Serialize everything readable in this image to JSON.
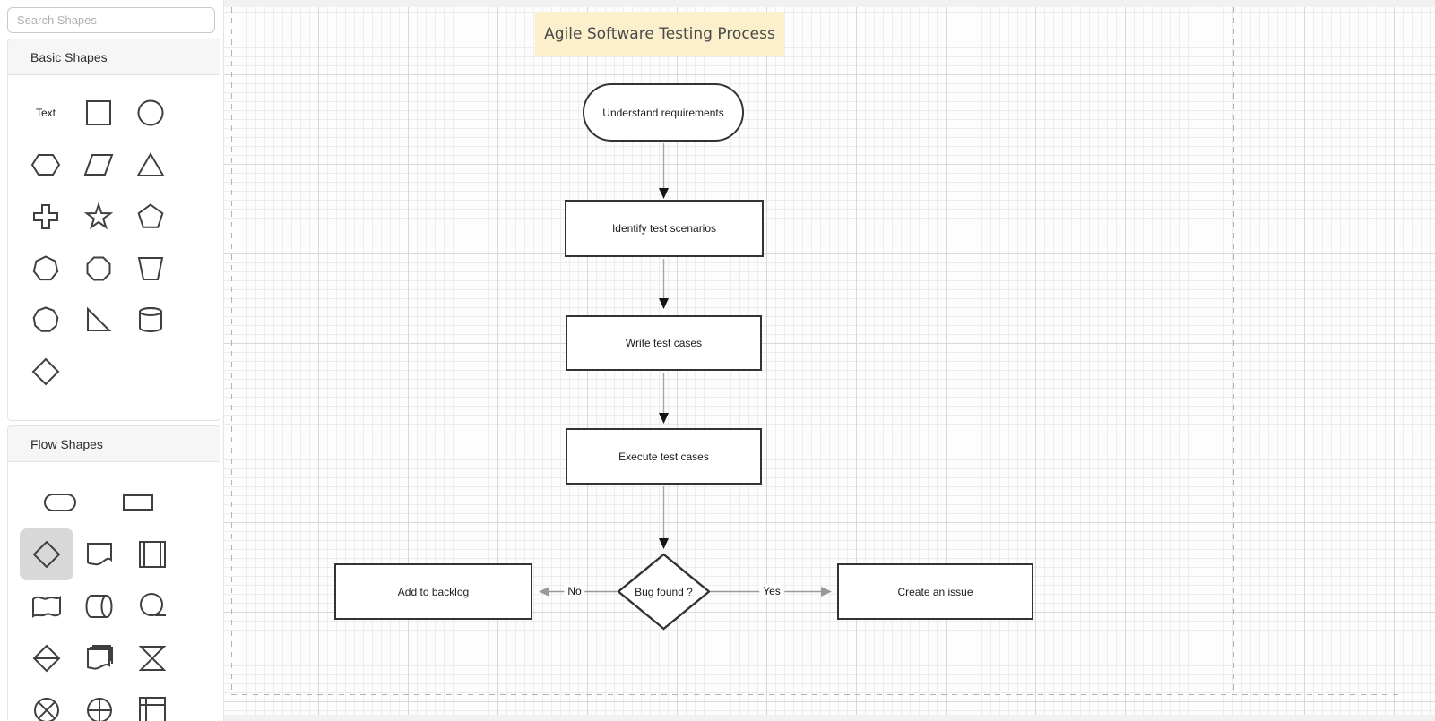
{
  "sidebar": {
    "search": {
      "placeholder": "Search Shapes"
    },
    "basic_section": {
      "title": "Basic Shapes",
      "text_shape_label": "Text",
      "shapes": [
        "text",
        "square",
        "circle",
        "hexagon",
        "parallelogram",
        "triangle",
        "cross",
        "star",
        "pentagon",
        "heptagon",
        "octagon",
        "trapezoid",
        "nonagon",
        "right-triangle",
        "cylinder",
        "diamond"
      ]
    },
    "flow_section": {
      "title": "Flow Shapes",
      "selected_shape": "decision",
      "shapes": [
        "terminator",
        "process",
        "decision",
        "document",
        "predefined-process",
        "paper-tape",
        "direct-access-storage",
        "sequential-access-storage",
        "sort",
        "multi-document",
        "collate",
        "summing-junction",
        "or",
        "internal-storage"
      ]
    }
  },
  "canvas": {
    "title": {
      "text": "Agile Software Testing Process"
    },
    "nodes": [
      {
        "id": "start",
        "type": "terminator",
        "label": "Understand requirements"
      },
      {
        "id": "identify",
        "type": "process",
        "label": "Identify test scenarios"
      },
      {
        "id": "write",
        "type": "process",
        "label": "Write test cases"
      },
      {
        "id": "execute",
        "type": "process",
        "label": "Execute test cases"
      },
      {
        "id": "decision",
        "type": "decision",
        "label": "Bug found ?"
      },
      {
        "id": "backlog",
        "type": "process",
        "label": "Add to backlog"
      },
      {
        "id": "issue",
        "type": "process",
        "label": "Create an issue"
      }
    ],
    "edges": [
      {
        "from": "start",
        "to": "identify"
      },
      {
        "from": "identify",
        "to": "write"
      },
      {
        "from": "write",
        "to": "execute"
      },
      {
        "from": "execute",
        "to": "decision"
      },
      {
        "from": "decision",
        "to": "backlog",
        "label": "No"
      },
      {
        "from": "decision",
        "to": "issue",
        "label": "Yes"
      }
    ]
  },
  "colors": {
    "title_bg": "#fcf0cc",
    "node_border": "#333333",
    "node_fill": "#ffffff",
    "connector_gray": "#999999",
    "arrowhead_black": "#141414",
    "grid_minor": "#ededed",
    "grid_major": "#d8d8d8",
    "page_border_dash": "#b3b3b3",
    "selected_cell_bg": "#d8d8d8"
  }
}
